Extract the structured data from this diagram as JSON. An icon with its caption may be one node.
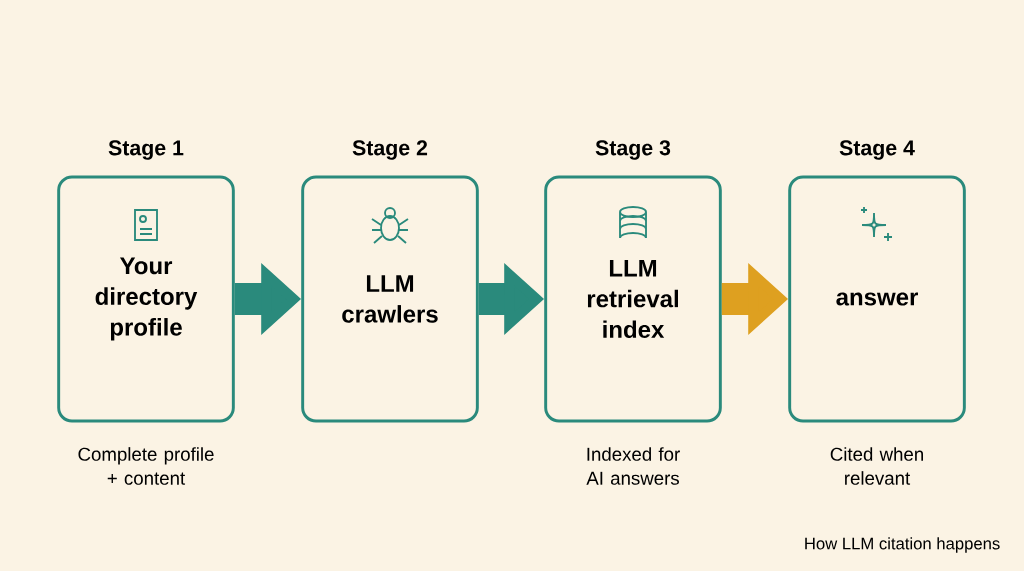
{
  "diagram": {
    "caption": "How LLM citation happens",
    "nodes": [
      {
        "text": [
          "Stage 1",
          "Your directory profile"
        ],
        "beside": [
          "Complete profile + content"
        ]
      },
      {
        "text": [
          "Stage 2",
          "LLM crawlers"
        ]
      },
      {
        "text": [
          "Stage 3",
          "LLM retrieval index"
        ],
        "beside": [
          "Indexed for AI answers"
        ]
      },
      {
        "text": [
          "Stage 4",
          "answer"
        ],
        "beside": [
          "Cited when relevant"
        ]
      }
    ],
    "edges": [
      {
        "from": 0,
        "to": 1,
        "arrow": "to"
      },
      {
        "from": 1,
        "to": 2,
        "arrow": "to"
      },
      {
        "from": 2,
        "to": 3,
        "arrow": "to",
        "color": "#dea020"
      }
    ]
  }
}
